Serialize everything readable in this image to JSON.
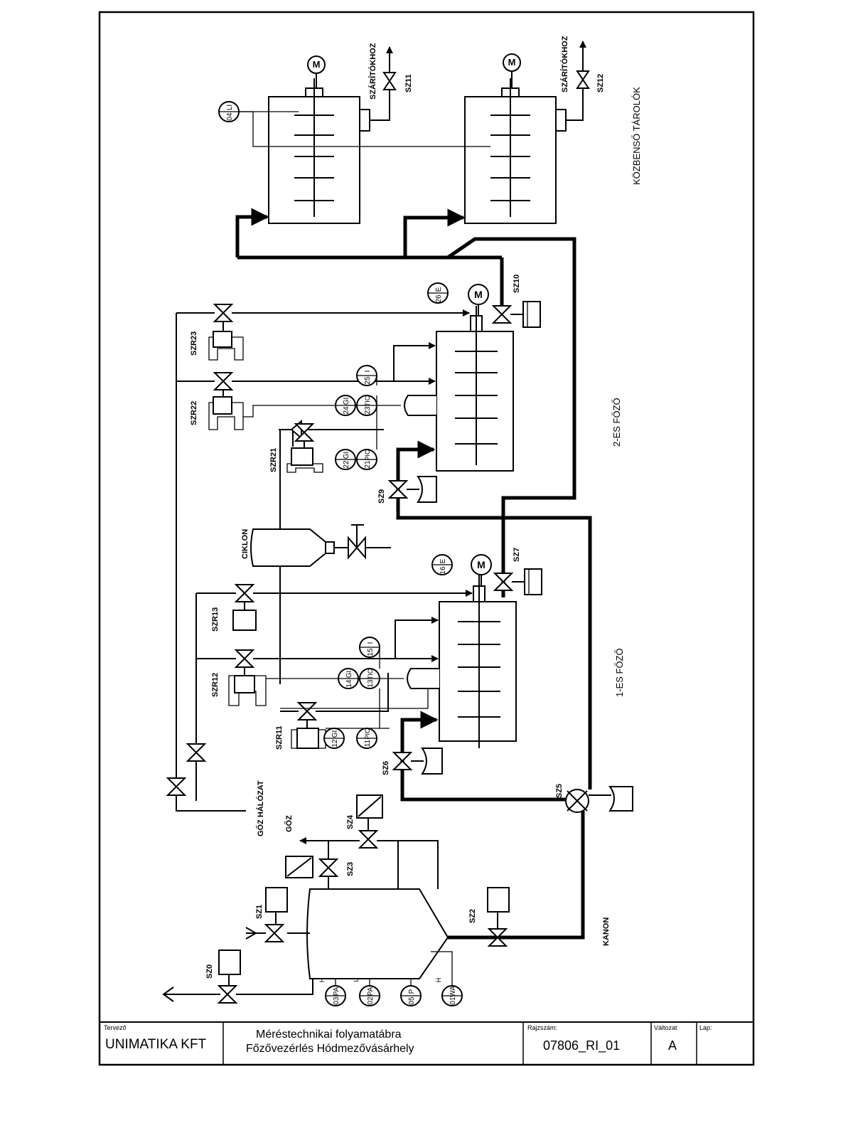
{
  "title_block": {
    "designer_label": "Tervező",
    "designer": "UNIMATIKA KFT",
    "title_line1": "Méréstechnikai folyamatábra",
    "title_line2": "Főzővezérlés Hódmezővásárhely",
    "drawing_no_label": "Rajzszám:",
    "drawing_no": "07806_RI_01",
    "version_label": "Változat",
    "version": "A",
    "sheet_label": "Lap:"
  },
  "areas": {
    "storage": "KÖZBENSŐ TÁROLÓK",
    "cooker2": "2-ES FŐZŐ",
    "cooker1": "1-ES FŐZŐ",
    "cyclone": "CIKLON",
    "steam_network": "GŐZ HÁLÓZAT",
    "kanon": "KANON",
    "steam": "GŐZ",
    "to_dryers_1": "SZÁRÍTÓKHOZ",
    "to_dryers_2": "SZÁRÍTÓKHOZ",
    "motor": "M"
  },
  "valves": {
    "sz0": "SZ0",
    "sz1": "SZ1",
    "sz2": "SZ2",
    "sz3": "SZ3",
    "sz4": "SZ4",
    "sz5": "SZ5",
    "sz6": "SZ6",
    "sz7": "SZ7",
    "sz9": "SZ9",
    "sz10": "SZ10",
    "sz11": "SZ11",
    "sz12": "SZ12",
    "szr11": "SZR11",
    "szr12": "SZR12",
    "szr13": "SZR13",
    "szr21": "SZR21",
    "szr22": "SZR22",
    "szr23": "SZR23"
  },
  "instruments": {
    "li04": {
      "tag": "LI",
      "num": "04"
    },
    "e26": {
      "tag": "E",
      "num": "26"
    },
    "i25": {
      "tag": "I",
      "num": "25"
    },
    "gi24": {
      "tag": "GI",
      "num": "24"
    },
    "tic23": {
      "tag": "TIC",
      "num": "23"
    },
    "gi22": {
      "tag": "GI",
      "num": "22"
    },
    "pic21": {
      "tag": "PIC",
      "num": "21"
    },
    "e16": {
      "tag": "E",
      "num": "16"
    },
    "i15": {
      "tag": "I",
      "num": "15"
    },
    "gi14": {
      "tag": "GI",
      "num": "14"
    },
    "tic13": {
      "tag": "TIC",
      "num": "13"
    },
    "gi12": {
      "tag": "GI",
      "num": "12"
    },
    "pic11": {
      "tag": "PIC",
      "num": "11"
    },
    "pa03": {
      "tag": "PA",
      "num": "03",
      "limit": "H"
    },
    "pa02": {
      "tag": "PA",
      "num": "02",
      "limit": "L"
    },
    "p05": {
      "tag": "P",
      "num": "05"
    },
    "wa01": {
      "tag": "WA",
      "num": "01",
      "limit": "H"
    }
  }
}
